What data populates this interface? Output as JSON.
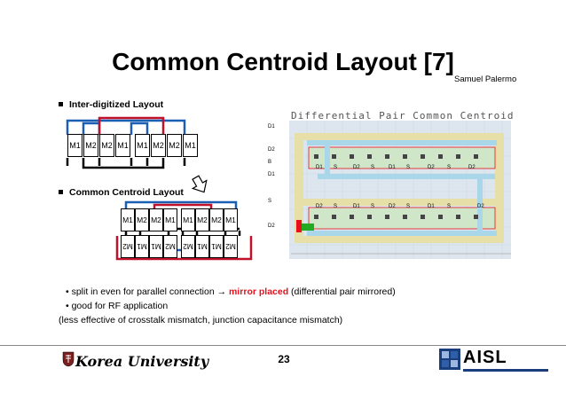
{
  "slide": {
    "title": "Common Centroid Layout [7]",
    "author": "Samuel Palermo",
    "page_number": "23"
  },
  "bullets": {
    "interdigitized": "Inter-digitized Layout",
    "common_centroid": "Common Centroid Layout"
  },
  "row1_cells": [
    "M1",
    "M2",
    "M2",
    "M1",
    "M1",
    "M2",
    "M2",
    "M1"
  ],
  "row2_top_cells": [
    "M1",
    "M2",
    "M2",
    "M1",
    "M1",
    "M2",
    "M2",
    "M1"
  ],
  "row2_bottom_cells": [
    "M2",
    "M1",
    "M1",
    "M2",
    "M2",
    "M1",
    "M1",
    "M2"
  ],
  "notes": {
    "line1_prefix": "• split in even for parallel connection ",
    "line1_arrow": "→",
    "line1_red": "mirror placed",
    "line1_suffix": " (differential pair mirrored)",
    "line2": "• good for RF application",
    "line3": "(less effective of crosstalk mismatch, junction capacitance mismatch)"
  },
  "layout_figure": {
    "title": "Differential Pair Common Centroid",
    "left_labels": [
      "D1",
      "D2",
      "B",
      "D1",
      "S",
      "D2"
    ],
    "top_row_labels": [
      "D1",
      "S",
      "D2",
      "S",
      "D1",
      "S",
      "D2",
      "S",
      "D2"
    ],
    "bottom_row_labels": [
      "D2",
      "S",
      "D1",
      "S",
      "D2",
      "S",
      "D1",
      "S",
      "D2"
    ]
  },
  "logos": {
    "left_text": "Korea University",
    "right_text": "AISL"
  },
  "colors": {
    "red": "#e8101b",
    "blue": "#1a5fb4",
    "grid_bg": "#dde6ee",
    "poly": "#e6e0a8",
    "diff": "#a9d6e8"
  }
}
